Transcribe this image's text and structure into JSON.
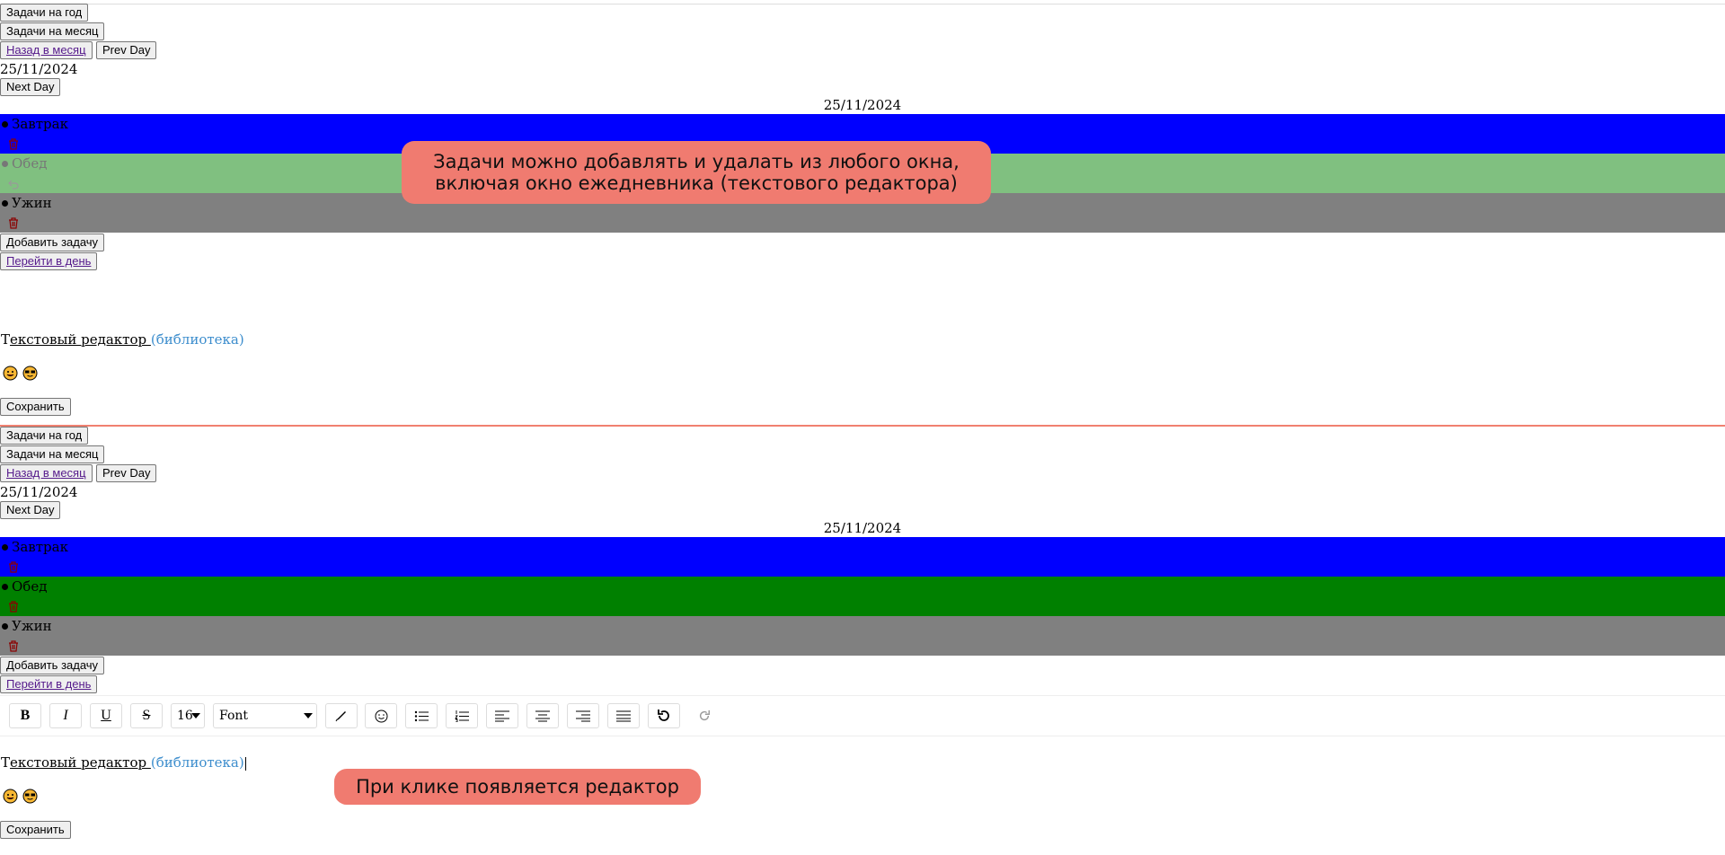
{
  "nav": {
    "year_tasks": "Задачи на год",
    "month_tasks": "Задачи на месяц",
    "back_to_month": "Назад в месяц",
    "prev_day": "Prev Day",
    "next_day": "Next Day",
    "current_date": "25/11/2024"
  },
  "tasks": {
    "add_task": "Добавить задачу",
    "go_to_day": "Перейти в день",
    "items": [
      {
        "name": "Завтрак",
        "color": "#0000ff"
      },
      {
        "name": "Обед",
        "color": "#008000",
        "color_faded": "#80c080"
      },
      {
        "name": "Ужин",
        "color": "#808080"
      }
    ]
  },
  "editor": {
    "text_part1": "Т",
    "text_part2": "екстовый редактор ",
    "text_part3": "(библиотека)",
    "save": "Сохранить",
    "font_size": "16",
    "font": "Font"
  },
  "callouts": {
    "top": "Задачи можно добавлять и удалать из любого окна, включая окно ежедневника (текстового редактора)",
    "bottom": "При клике появляется редактор"
  },
  "colors": {
    "callout_bg": "#f07b70",
    "separator": "#f08070",
    "link": "#551a8b",
    "library_link": "#3c8dcd"
  }
}
